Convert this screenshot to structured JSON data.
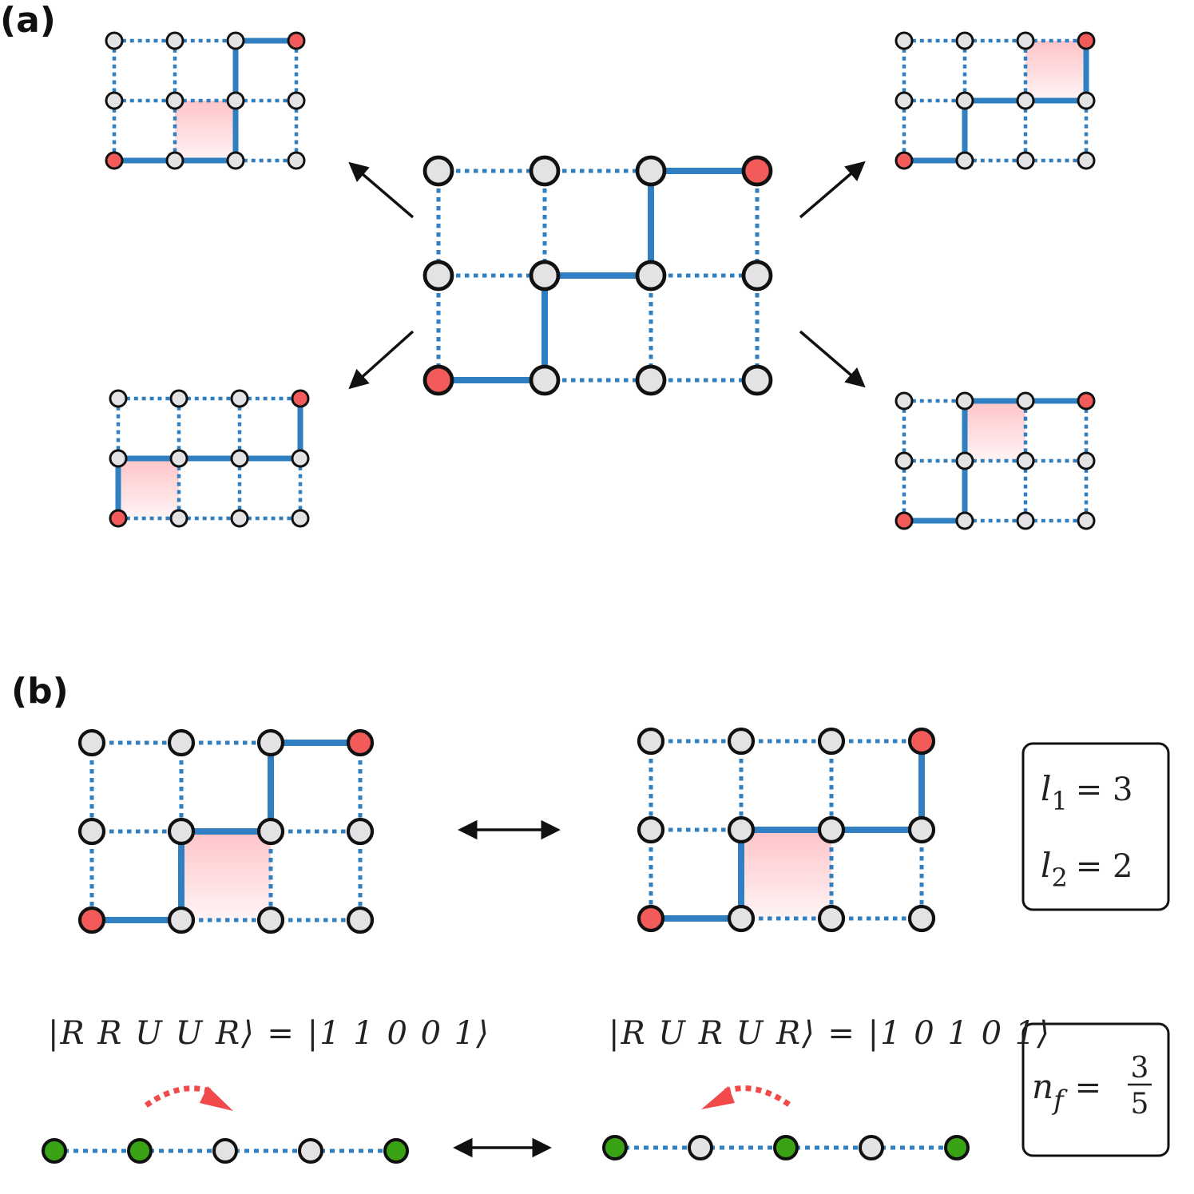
{
  "labels": {
    "panel_a": "(a)",
    "panel_b": "(b)"
  },
  "colors": {
    "bond": "#2f7fc1",
    "node_default": "#e3e3e5",
    "node_end": "#f35a5a",
    "node_occupied": "#3aa315",
    "outline": "#111111",
    "plaquette_top": "#ffc7cb",
    "arrow": "#111111",
    "hop_arrow": "#f24a4a"
  },
  "lattice": {
    "rows": 3,
    "cols": 4,
    "center_path": [
      [
        2,
        0
      ],
      [
        2,
        1
      ],
      [
        1,
        1
      ],
      [
        1,
        2
      ],
      [
        0,
        2
      ],
      [
        0,
        3
      ]
    ],
    "left_top_path": [
      [
        2,
        0
      ],
      [
        2,
        1
      ],
      [
        2,
        2
      ],
      [
        1,
        2
      ],
      [
        0,
        2
      ],
      [
        0,
        3
      ]
    ],
    "left_bottom_path": [
      [
        2,
        0
      ],
      [
        1,
        0
      ],
      [
        1,
        1
      ],
      [
        1,
        2
      ],
      [
        1,
        3
      ],
      [
        0,
        3
      ]
    ],
    "right_top_path": [
      [
        2,
        0
      ],
      [
        2,
        1
      ],
      [
        1,
        1
      ],
      [
        1,
        2
      ],
      [
        1,
        3
      ],
      [
        0,
        3
      ]
    ],
    "right_bottom_path": [
      [
        2,
        0
      ],
      [
        2,
        1
      ],
      [
        1,
        1
      ],
      [
        0,
        1
      ],
      [
        0,
        2
      ],
      [
        0,
        3
      ]
    ]
  },
  "equations": {
    "l1": {
      "var": "l",
      "sub": "1",
      "rhs": "= 3"
    },
    "l2": {
      "var": "l",
      "sub": "2",
      "rhs": "= 2"
    },
    "ket_left": {
      "word": "|R R U U R⟩ = |1 1 0 0 1⟩"
    },
    "ket_right": {
      "word": "|R U R U R⟩ = |1 0 1 0 1⟩"
    },
    "nf": {
      "var": "n",
      "sub": "f",
      "eq": "=",
      "num": "3",
      "den": "5"
    }
  },
  "chain_left": [
    1,
    1,
    0,
    0,
    1
  ],
  "chain_right": [
    1,
    0,
    1,
    0,
    1
  ]
}
